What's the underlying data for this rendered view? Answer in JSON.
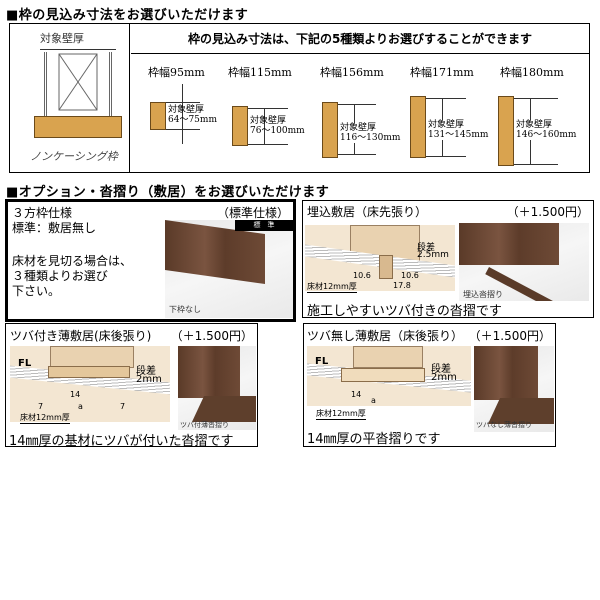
{
  "section1": {
    "heading": "■枠の見込み寸法をお選びいただけます",
    "left_panel": {
      "top_label": "対象壁厚",
      "bottom_label": "ノンケーシング枠"
    },
    "header": "枠の見込み寸法は、下記の5種類よりお選びすることができます",
    "frames": [
      {
        "label": "枠幅95mm",
        "wall_label": "対象壁厚",
        "wall_range": "64〜75mm"
      },
      {
        "label": "枠幅115mm",
        "wall_label": "対象壁厚",
        "wall_range": "76〜100mm"
      },
      {
        "label": "枠幅156mm",
        "wall_label": "対象壁厚",
        "wall_range": "116〜130mm"
      },
      {
        "label": "枠幅171mm",
        "wall_label": "対象壁厚",
        "wall_range": "131〜145mm"
      },
      {
        "label": "枠幅180mm",
        "wall_label": "対象壁厚",
        "wall_range": "146〜160mm"
      }
    ]
  },
  "section2": {
    "heading": "■オプション・沓摺り（敷居）をお選びいただけます",
    "options": [
      {
        "title": "３方枠仕様",
        "tag": "（標準仕様）",
        "line2": "標準：敷居無し",
        "note": [
          "床材を見切る場合は、",
          "３種類よりお選び",
          "下さい。"
        ],
        "badge": "標　準",
        "photo_caption": "下枠なし"
      },
      {
        "title": "埋込敷居（床先張り）",
        "price": "（＋1.500円）",
        "step_label": "段差",
        "step_value": "2.5mm",
        "dims": [
          "10.6",
          "10.6",
          "17.8"
        ],
        "floor_label": "床材12mm厚",
        "photo_caption": "埋込沓摺り",
        "caption": "施工しやすいツバ付きの沓摺です"
      },
      {
        "title": "ツバ付き薄敷居(床後張り)",
        "price": "（＋1.500円）",
        "fl": "FL",
        "step_label": "段差",
        "step_value": "2mm",
        "dims": [
          "14",
          "7",
          "a",
          "7"
        ],
        "floor_label": "床材12mm厚",
        "photo_caption": "ツバ付薄沓摺り",
        "caption": "14㎜厚の基材にツバが付いた沓摺です"
      },
      {
        "title": "ツバ無し薄敷居（床後張り）",
        "price": "（＋1.500円）",
        "fl": "FL",
        "step_label": "段差",
        "step_value": "2mm",
        "dims": [
          "14",
          "a"
        ],
        "floor_label": "床材12mm厚",
        "photo_caption": "ツバなし薄沓摺り",
        "caption": "14㎜厚の平沓摺りです"
      }
    ]
  },
  "colors": {
    "wood": "#d9a34f",
    "door": "#6b4632",
    "border": "#000000"
  }
}
